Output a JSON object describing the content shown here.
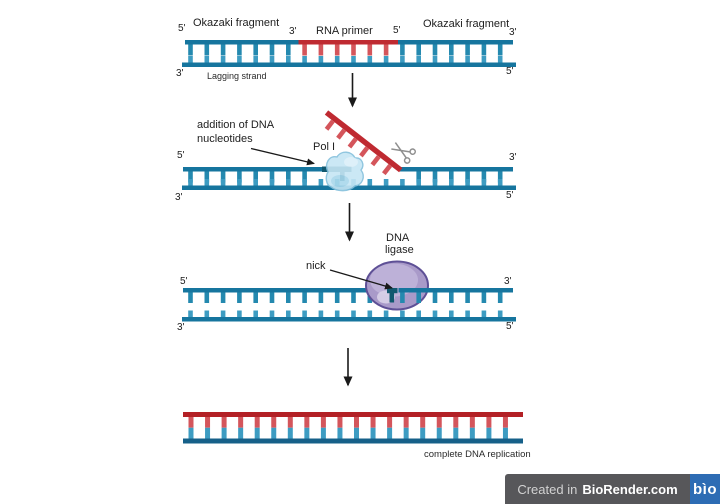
{
  "stage1": {
    "okazaki_left": "Okazaki fragment",
    "rna_primer": "RNA primer",
    "okazaki_right": "Okazaki fragment",
    "lagging_strand": "Lagging strand",
    "ends": {
      "tl": "5'",
      "tml": "3'",
      "tmr": "5'",
      "tr": "3'",
      "bl": "3'",
      "br": "5'"
    }
  },
  "stage2": {
    "annotation_line1": "addition of DNA",
    "annotation_line2": "nucleotides",
    "enzyme_label": "Pol I",
    "ends": {
      "tl": "5'",
      "tr": "3'",
      "bl": "3'",
      "br": "5'"
    }
  },
  "stage3": {
    "enzyme_line1": "DNA",
    "enzyme_line2": "ligase",
    "nick_label": "nick",
    "ends": {
      "tl": "5'",
      "tr": "3'",
      "bl": "3'",
      "br": "5'"
    }
  },
  "stage4": {
    "caption": "complete DNA replication"
  },
  "footer": {
    "created_prefix": "Created in",
    "brand": "BioRender.com",
    "logo_text": "bìo",
    "bar_color": "#57575a",
    "logo_bg": "#2d6cb4"
  },
  "colors": {
    "strand_blue": "#16759e",
    "strand_blue_dark_line": "#166089",
    "tooth_blue": "#2489af",
    "tooth_blue_light": "#3d9cc2",
    "strand_red": "#bf2a31",
    "strand_red_line": "#b32025",
    "tooth_red": "#d4555b",
    "dark_teal": "#11586f",
    "pol1_fill": "#c6e6f4",
    "pol1_inner": "#9fd3ea",
    "pol1_highlight": "#ddf0f9",
    "pol1_stroke": "#84c0dc",
    "ligase_fill": "#a99ac9",
    "ligase_inner": "#bdb1d8",
    "ligase_highlight": "#d8d1e8",
    "ligase_stroke": "#5e5096",
    "arrow_black": "#1a1a1a",
    "scissors_gray": "#8f8f8f"
  }
}
